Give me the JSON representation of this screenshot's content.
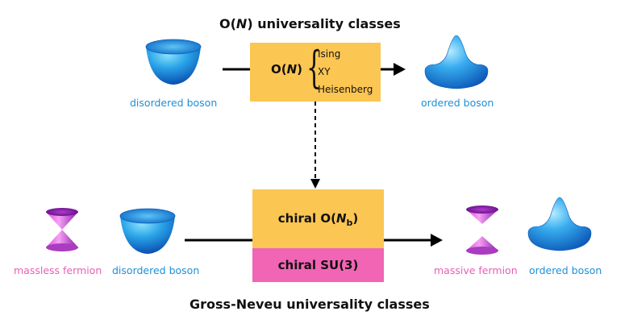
{
  "top": {
    "title_prefix": "O(",
    "title_n": "N",
    "title_suffix": ") universality classes",
    "box": {
      "label_prefix": "O(",
      "label_n": "N",
      "label_suffix": ")",
      "classes": [
        "Ising",
        "XY",
        "Heisenberg"
      ]
    },
    "left_label": "disordered boson",
    "right_label": "ordered boson"
  },
  "bottom": {
    "title": "Gross-Neveu universality classes",
    "chiral_on": {
      "prefix": "chiral O(",
      "n": "N",
      "sub": "b",
      "suffix": ")"
    },
    "chiral_su3": "chiral SU(3)",
    "left_labels": [
      "massless fermion",
      "disordered boson"
    ],
    "right_labels": [
      "massive fermion",
      "ordered boson"
    ]
  },
  "colors": {
    "box_yellow": "#fcc653",
    "box_pink": "#f264b4",
    "boson_blue": "#1e8fd6",
    "fermion_pink": "#e85fb4"
  }
}
